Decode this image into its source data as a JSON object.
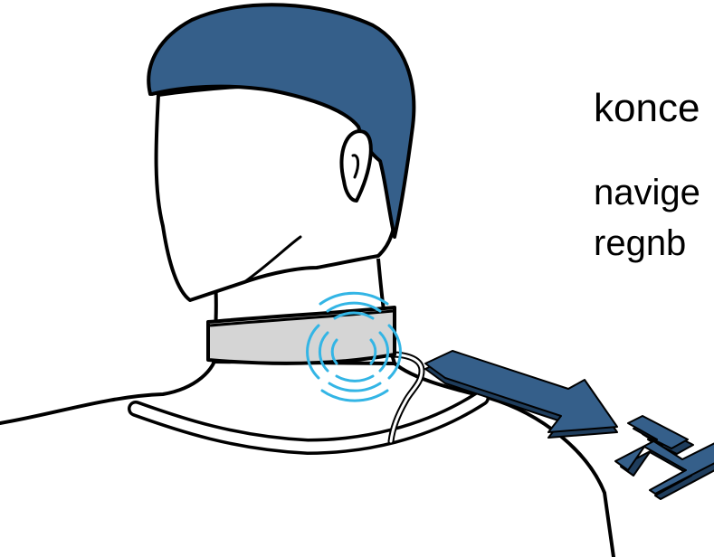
{
  "caption": {
    "title": "konce",
    "line1": "navige",
    "line2": "regnb"
  },
  "colors": {
    "hair": "#355f8a",
    "arrow": "#355f8a",
    "collar": "#d5d5d5",
    "waves": "#33b5e5",
    "outline": "#000000"
  },
  "icons": {
    "vibration_waves": "vibration-waves-icon",
    "direction_arrow": "arrow-icon",
    "compass_letter": "north-letter-icon"
  }
}
